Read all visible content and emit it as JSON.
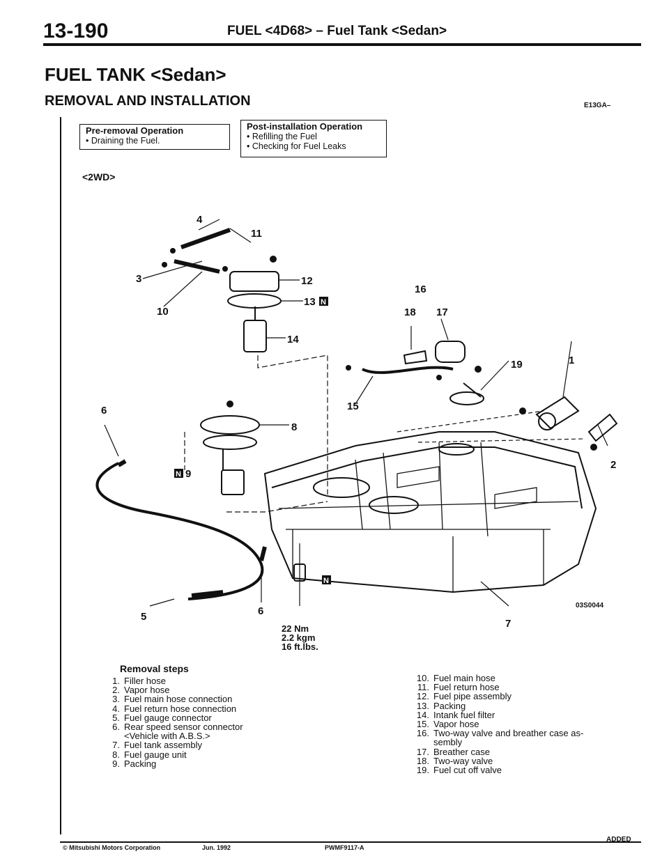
{
  "header": {
    "page_number": "13-190",
    "title": "FUEL <4D68> – Fuel Tank <Sedan>"
  },
  "section": {
    "title": "FUEL TANK <Sedan>",
    "subtitle": "REMOVAL AND INSTALLATION",
    "code": "E13GA–"
  },
  "pre_removal": {
    "title": "Pre-removal Operation",
    "items": [
      "• Draining the Fuel."
    ]
  },
  "post_installation": {
    "title": "Post-installation Operation",
    "items": [
      "• Refilling the Fuel",
      "• Checking for Fuel Leaks"
    ]
  },
  "variant_label": "<2WD>",
  "diagram": {
    "image_code": "03S0044",
    "torque": [
      "22 Nm",
      "2.2 kgm",
      "16 ft.lbs."
    ],
    "callouts": [
      "1",
      "2",
      "3",
      "4",
      "5",
      "6",
      "6",
      "7",
      "8",
      "9",
      "10",
      "11",
      "12",
      "13",
      "14",
      "15",
      "16",
      "17",
      "18",
      "19"
    ],
    "mark": "N"
  },
  "removal_steps": {
    "title": "Removal steps",
    "left": [
      {
        "n": "1.",
        "text": "Filler hose"
      },
      {
        "n": "2.",
        "text": "Vapor hose"
      },
      {
        "n": "3.",
        "text": "Fuel main hose connection"
      },
      {
        "n": "4.",
        "text": "Fuel return hose connection"
      },
      {
        "n": "5.",
        "text": "Fuel gauge connector"
      },
      {
        "n": "6.",
        "text": "Rear speed sensor connector"
      },
      {
        "n": "",
        "text": "<Vehicle with A.B.S.>"
      },
      {
        "n": "7.",
        "text": "Fuel tank assembly"
      },
      {
        "n": "8.",
        "text": "Fuel gauge unit"
      },
      {
        "n": "9.",
        "text": "Packing"
      }
    ],
    "right": [
      {
        "n": "10.",
        "text": "Fuel main hose"
      },
      {
        "n": "11.",
        "text": "Fuel return hose"
      },
      {
        "n": "12.",
        "text": "Fuel pipe assembly"
      },
      {
        "n": "13.",
        "text": "Packing"
      },
      {
        "n": "14.",
        "text": "Intank fuel filter"
      },
      {
        "n": "15.",
        "text": "Vapor hose"
      },
      {
        "n": "16.",
        "text": "Two-way valve and breather case as-"
      },
      {
        "n": "",
        "text": "sembly"
      },
      {
        "n": "17.",
        "text": "Breather case"
      },
      {
        "n": "18.",
        "text": "Two-way valve"
      },
      {
        "n": "19.",
        "text": "Fuel cut off valve"
      }
    ]
  },
  "footer": {
    "left": "© Mitsubishi Motors Corporation",
    "date": "Jun. 1992",
    "doc": "PWMF9117-A",
    "status": "ADDED"
  }
}
